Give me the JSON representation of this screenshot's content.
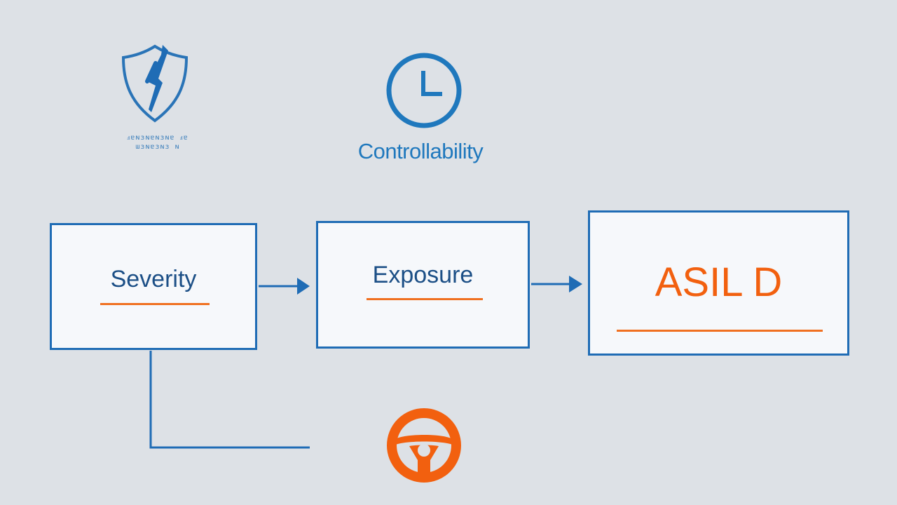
{
  "diagram": {
    "top_left": {
      "icon": "shield-icon",
      "caption_garbled": "ⅎɐɴɜɴɐɴɜɴɐ ⅎɐ\nɯɜɴɐɜɴɜ ɴ"
    },
    "top_center": {
      "icon": "clock-icon",
      "label": "Controllability"
    },
    "boxes": {
      "severity": {
        "label": "Severity"
      },
      "exposure": {
        "label": "Exposure"
      },
      "asil": {
        "label": "ASIL D"
      }
    },
    "bottom": {
      "icon": "steering-wheel-icon"
    }
  },
  "colors": {
    "background": "#dde1e6",
    "primary_blue": "#1f6cb5",
    "label_blue": "#1c4f86",
    "accent_orange": "#f2600f"
  }
}
